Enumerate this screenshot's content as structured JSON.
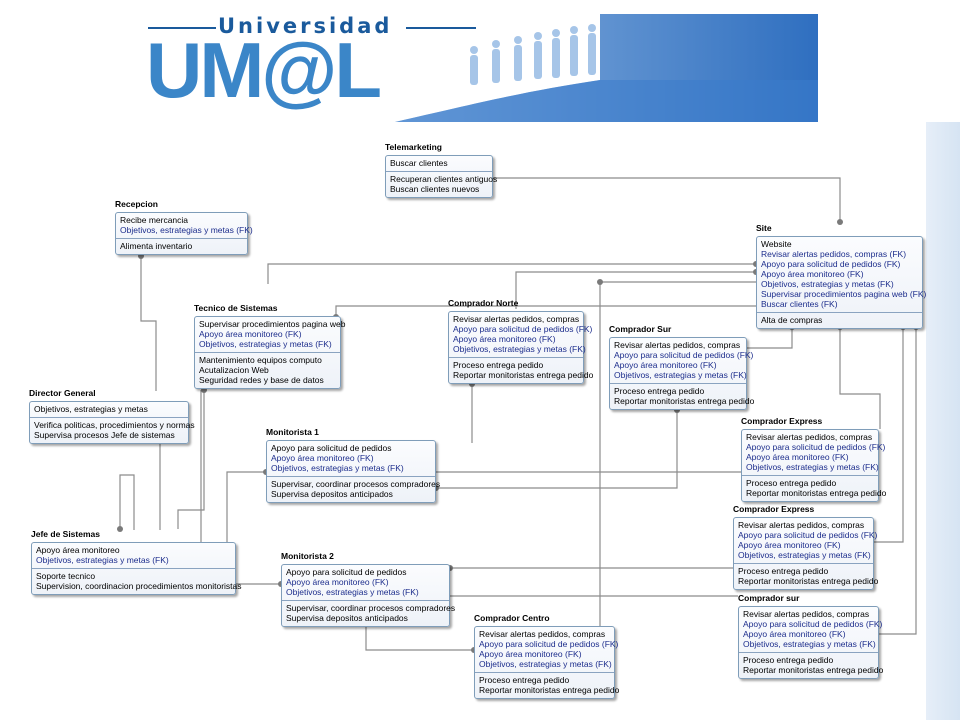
{
  "header": {
    "logo_top": "Universidad",
    "logo_main": "UM@L"
  },
  "colors": {
    "logo_blue": "#3b86c8",
    "logo_dark": "#1a5a9c",
    "fk_text": "#1c2d8c",
    "border": "#7f9db9"
  },
  "entities": [
    {
      "id": "telemarketing",
      "title": "Telemarketing",
      "sections": [
        [
          "Buscar clientes"
        ],
        [
          "Recuperan clientes antiguos",
          "Buscan clientes nuevos"
        ]
      ]
    },
    {
      "id": "recepcion",
      "title": "Recepcion",
      "sections": [
        [
          "Recibe mercancia",
          "Objetivos, estrategias y metas (FK)"
        ],
        [
          "Alimenta inventario"
        ]
      ]
    },
    {
      "id": "site",
      "title": "Site",
      "sections": [
        [
          "Website",
          "Revisar alertas pedidos, compras (FK)",
          "Apoyo para solicitud de pedidos (FK)",
          "Apoyo área monitoreo (FK)",
          "Objetivos, estrategias y metas (FK)",
          "Supervisar procedimientos pagina web (FK)",
          "Buscar clientes (FK)"
        ],
        [
          "Alta de compras"
        ]
      ]
    },
    {
      "id": "tecnico",
      "title": "Tecnico de Sistemas",
      "sections": [
        [
          "Supervisar procedimientos pagina web",
          "Apoyo área monitoreo (FK)",
          "Objetivos, estrategias y metas (FK)"
        ],
        [
          "Mantenimiento equipos computo",
          "Acutalizacion Web",
          "Seguridad redes y base de datos"
        ]
      ]
    },
    {
      "id": "comprador_norte",
      "title": "Comprador Norte",
      "sections": [
        [
          "Revisar alertas pedidos, compras",
          "Apoyo para solicitud de pedidos (FK)",
          "Apoyo área monitoreo (FK)",
          "Objetivos, estrategias y metas (FK)"
        ],
        [
          "Proceso entrega pedido",
          "Reportar monitoristas entrega pedido"
        ]
      ]
    },
    {
      "id": "comprador_sur",
      "title": "Comprador Sur",
      "sections": [
        [
          "Revisar alertas pedidos, compras",
          "Apoyo para solicitud de pedidos (FK)",
          "Apoyo área monitoreo (FK)",
          "Objetivos, estrategias y metas (FK)"
        ],
        [
          "Proceso entrega pedido",
          "Reportar monitoristas entrega pedido"
        ]
      ]
    },
    {
      "id": "director",
      "title": "Director General",
      "sections": [
        [
          "Objetivos, estrategias y metas"
        ],
        [
          "Verifica politicas, procedimientos y normas",
          "Supervisa procesos Jefe de sistemas"
        ]
      ]
    },
    {
      "id": "monitorista1",
      "title": "Monitorista 1",
      "sections": [
        [
          "Apoyo para solicitud de pedidos",
          "Apoyo área monitoreo (FK)",
          "Objetivos, estrategias y metas (FK)"
        ],
        [
          "Supervisar, coordinar procesos compradores",
          "Supervisa depositos anticipados"
        ]
      ]
    },
    {
      "id": "comprador_express1",
      "title": "Comprador Express",
      "sections": [
        [
          "Revisar alertas pedidos, compras",
          "Apoyo para solicitud de pedidos (FK)",
          "Apoyo área monitoreo (FK)",
          "Objetivos, estrategias y metas (FK)"
        ],
        [
          "Proceso entrega pedido",
          "Reportar monitoristas entrega pedido"
        ]
      ]
    },
    {
      "id": "jefe",
      "title": "Jefe de Sistemas",
      "sections": [
        [
          "Apoyo área monitoreo",
          "Objetivos, estrategias y metas (FK)"
        ],
        [
          "Soporte tecnico",
          "Supervision, coordinacion procedimientos monitoristas"
        ]
      ]
    },
    {
      "id": "comprador_express2",
      "title": "Comprador Express",
      "sections": [
        [
          "Revisar alertas pedidos, compras",
          "Apoyo para solicitud de pedidos (FK)",
          "Apoyo área monitoreo (FK)",
          "Objetivos, estrategias y metas (FK)"
        ],
        [
          "Proceso entrega pedido",
          "Reportar monitoristas entrega pedido"
        ]
      ]
    },
    {
      "id": "monitorista2",
      "title": "Monitorista 2",
      "sections": [
        [
          "Apoyo para solicitud de pedidos",
          "Apoyo área monitoreo (FK)",
          "Objetivos, estrategias y metas (FK)"
        ],
        [
          "Supervisar, coordinar procesos compradores",
          "Supervisa depositos anticipados"
        ]
      ]
    },
    {
      "id": "comprador_sur2",
      "title": "Comprador sur",
      "sections": [
        [
          "Revisar alertas pedidos, compras",
          "Apoyo para solicitud de pedidos (FK)",
          "Apoyo área monitoreo (FK)",
          "Objetivos, estrategias y metas (FK)"
        ],
        [
          "Proceso entrega pedido",
          "Reportar monitoristas entrega pedido"
        ]
      ]
    },
    {
      "id": "comprador_centro",
      "title": "Comprador Centro",
      "sections": [
        [
          "Revisar alertas pedidos, compras",
          "Apoyo para solicitud de pedidos (FK)",
          "Apoyo área monitoreo (FK)",
          "Objetivos, estrategias y metas (FK)"
        ],
        [
          "Proceso entrega pedido",
          "Reportar monitoristas entrega pedido"
        ]
      ]
    }
  ]
}
